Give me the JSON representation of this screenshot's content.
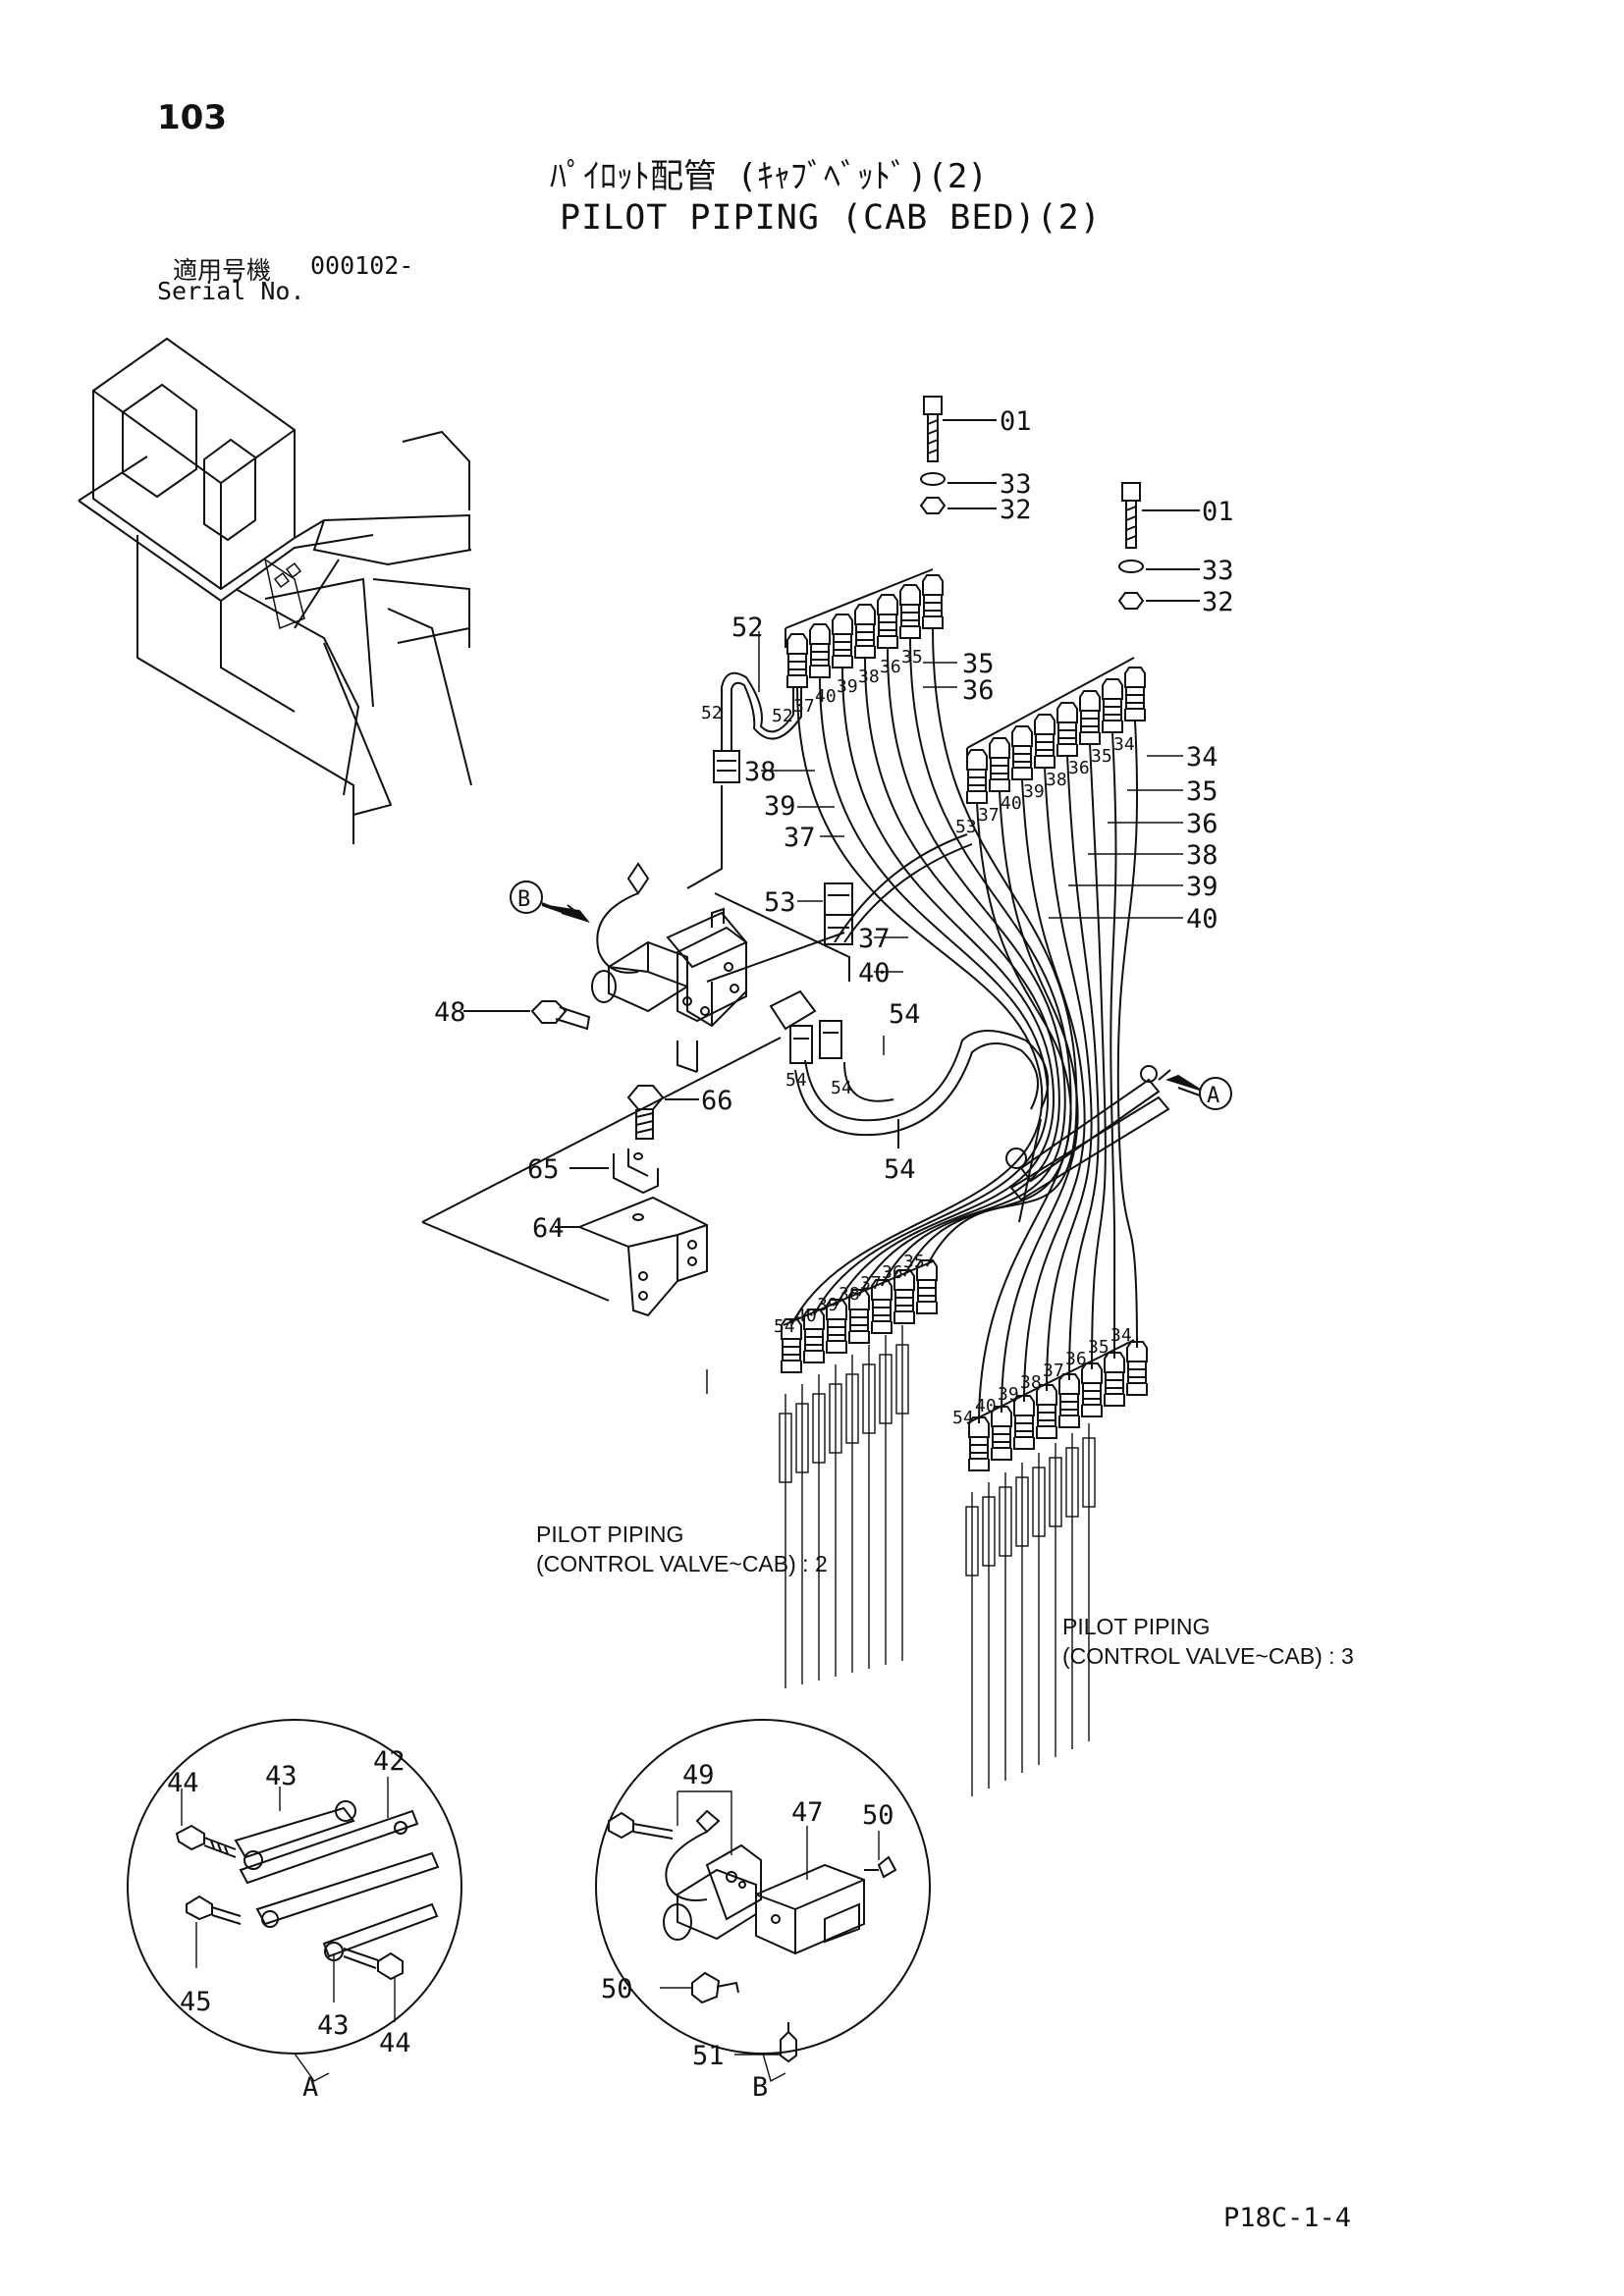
{
  "header": {
    "page_number": "103",
    "title_jp": "ﾊﾟｲﾛｯﾄ配管 (ｷｬﾌﾞﾍﾞｯﾄﾞ)(2)",
    "title_en": "PILOT PIPING (CAB BED)(2)",
    "serial_label_jp": "適用号機",
    "serial_value": "000102-",
    "serial_label_en": "Serial No."
  },
  "notes": {
    "control_valve_2": {
      "line1": "PILOT PIPING",
      "line2": "(CONTROL VALVE~CAB) : 2"
    },
    "control_valve_3": {
      "line1": "PILOT PIPING",
      "line2": "(CONTROL VALVE~CAB) : 3"
    }
  },
  "detail_markers": {
    "a": "A",
    "b": "B"
  },
  "callouts": {
    "bolt_left": "01",
    "washer_left": "33",
    "nut_left": "32",
    "bolt_right": "01",
    "washer_right": "33",
    "nut_right": "32",
    "hose35_a": "35",
    "hose36_a": "36",
    "hose52_top": "52",
    "hose52_fit": "52",
    "hose38_a": "38",
    "hose39_a": "39",
    "hose37_a": "37",
    "hose34_r": "34",
    "hose35_r": "35",
    "hose36_r": "36",
    "hose38_r": "38",
    "hose39_r": "39",
    "hose40_r": "40",
    "hose53": "53",
    "hose37_b": "37",
    "hose40_b": "40",
    "hose54_top": "54",
    "hose54_bottom": "54",
    "part48": "48",
    "part66": "66",
    "part65": "65",
    "part64": "64",
    "detailA_44a": "44",
    "detailA_43a": "43",
    "detailA_42": "42",
    "detailA_45": "45",
    "detailA_43b": "43",
    "detailA_44b": "44",
    "detailB_49": "49",
    "detailB_47": "47",
    "detailB_50a": "50",
    "detailB_50b": "50",
    "detailB_51": "51"
  },
  "fitting_labels_small": {
    "top_left_group": [
      "52",
      "37",
      "40",
      "39",
      "38",
      "36",
      "35"
    ],
    "top_right_group": [
      "53",
      "37",
      "40",
      "39",
      "38",
      "36",
      "35",
      "34"
    ],
    "low_left_group": [
      "54",
      "40",
      "39",
      "38",
      "37",
      "36",
      "35"
    ],
    "low_right_group": [
      "54",
      "40",
      "39",
      "38",
      "37",
      "36",
      "35",
      "34"
    ],
    "hose54_pair": [
      "54",
      "54"
    ]
  },
  "footer": {
    "page_code": "P18C-1-4"
  }
}
